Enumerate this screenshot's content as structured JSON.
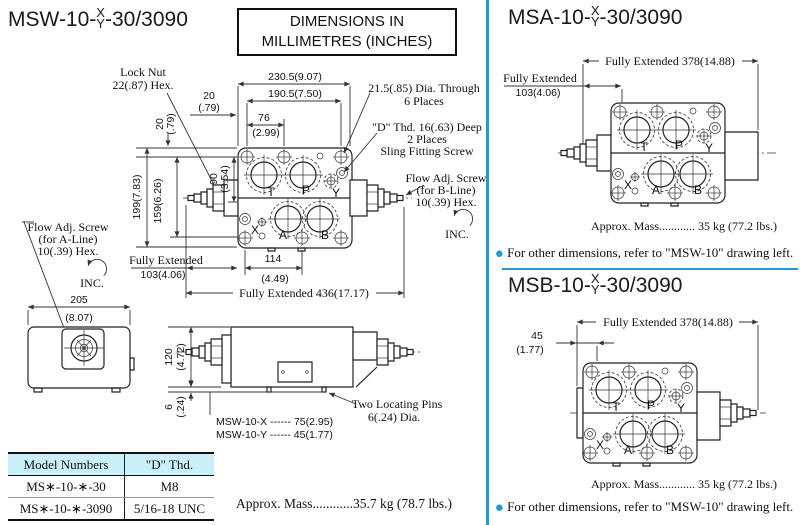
{
  "shared": {
    "ports": {
      "t": "T",
      "p": "P",
      "y": "Y",
      "x": "X",
      "a": "A",
      "b": "B"
    },
    "inc": "INC.",
    "bullet": "●"
  },
  "left": {
    "title": {
      "prefix": "MSW-10-",
      "x": "X",
      "y": "Y",
      "suffix": "-30/3090"
    },
    "box": {
      "line1": "DIMENSIONS IN",
      "line2": "MILLIMETRES (INCHES)"
    },
    "dims": {
      "w2305": "230.5(9.07)",
      "w1905": "190.5(7.50)",
      "w76": "76",
      "w76i": "(2.99)",
      "o20": "20",
      "o20i": "(.79)",
      "v20": "20",
      "v20i": "(.79)",
      "h199": "199(7.83)",
      "h159": "159(6.26)",
      "h90": "90",
      "h90i": "(3.54)",
      "fe": "Fully Extended",
      "fe103": "103(4.06)",
      "w114": "114",
      "w114i": "(4.49)",
      "fe436": "Fully Extended 436(17.17)",
      "w205": "205",
      "w205i": "(8.07)",
      "h120": "120",
      "h120i": "(4.72)",
      "h6": "6",
      "h6i": "(.24)"
    },
    "callouts": {
      "locknut1": "Lock Nut",
      "locknut2": "22(.87) Hex.",
      "dia1": "21.5(.85) Dia. Through",
      "dia2": "6 Places",
      "dthd1": "\"D\" Thd. 16(.63) Deep",
      "dthd2": "2 Places",
      "dthd3": "Sling Fitting Screw",
      "flowb1": "Flow Adj. Screw",
      "flowb2": "(for B-Line)",
      "flowb3": "10(.39) Hex.",
      "flowa1": "Flow Adj. Screw",
      "flowa2": "(for A-Line)",
      "flowa3": "10(.39) Hex.",
      "pins1": "Two Locating Pins",
      "pins2": "6(.24) Dia.",
      "varx": "MSW-10-X ------ 75(2.95)",
      "vary": "MSW-10-Y ------ 45(1.77)"
    },
    "table": {
      "headers": [
        "Model Numbers",
        "\"D\" Thd."
      ],
      "rows": [
        [
          "MS∗-10-∗-30",
          "M8"
        ],
        [
          "MS∗-10-∗-3090",
          "5/16-18 UNC"
        ]
      ]
    },
    "mass": "Approx. Mass............35.7 kg (78.7 lbs.)"
  },
  "right": {
    "msa": {
      "title": {
        "prefix": "MSA-10-",
        "x": "X",
        "y": "Y",
        "suffix": "-30/3090"
      },
      "fe378": "Fully Extended 378(14.88)",
      "fe": "Fully Extended",
      "fe103": "103(4.06)",
      "mass": "Approx. Mass............ 35 kg (77.2 lbs.)",
      "note": "For other dimensions, refer to \"MSW-10\" drawing left."
    },
    "msb": {
      "title": {
        "prefix": "MSB-10-",
        "x": "X",
        "y": "Y",
        "suffix": "-30/3090"
      },
      "fe378": "Fully Extended 378(14.88)",
      "d45": "45",
      "d45i": "(1.77)",
      "mass": "Approx. Mass............ 35 kg (77.2 lbs.)",
      "note": "For other dimensions, refer to \"MSW-10\" drawing left."
    }
  },
  "colors": {
    "accent_blue": "#1b9cd8",
    "table_header_bg": "#c9eff8",
    "line": "#222222"
  }
}
